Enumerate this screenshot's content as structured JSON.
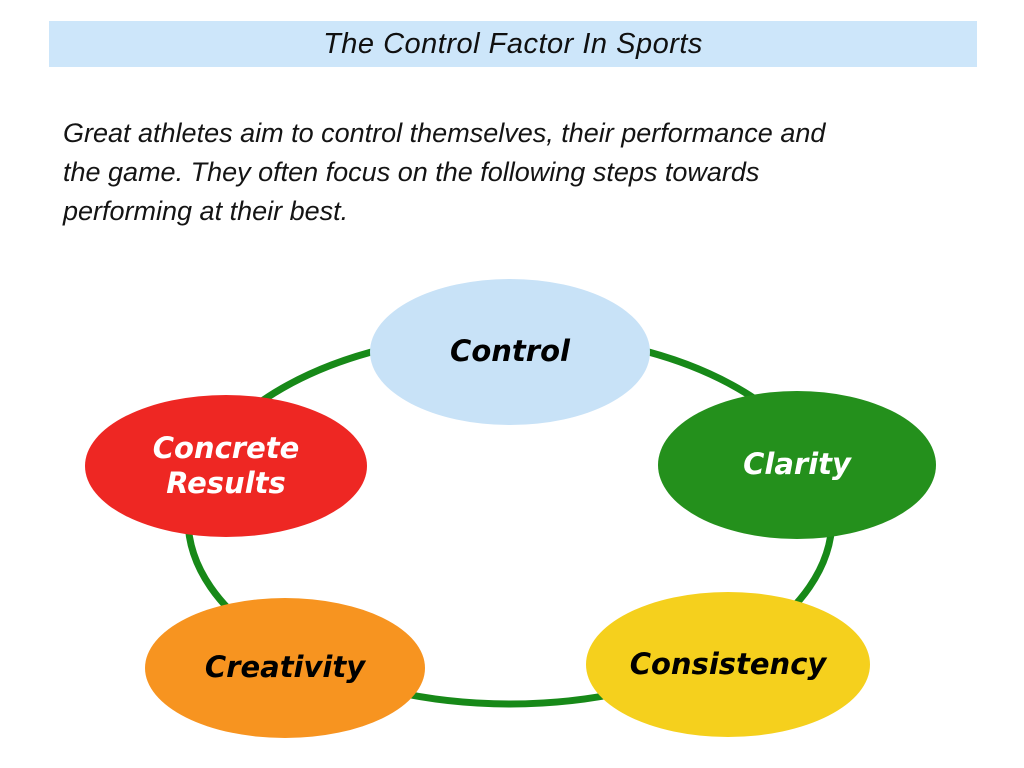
{
  "title_bar": {
    "text": "The Control Factor In Sports",
    "bg_color": "#cde6fa"
  },
  "intro": {
    "lines": [
      "Great athletes aim to control themselves, their performance and",
      "the game. They often focus on the following steps towards",
      "performing at their best."
    ]
  },
  "diagram": {
    "ring": {
      "color": "#178918"
    },
    "nodes": [
      {
        "id": "control",
        "label": "Control",
        "fill": "#c8e2f7",
        "text_color": "#000000"
      },
      {
        "id": "clarity",
        "label": "Clarity",
        "fill": "#24901c",
        "text_color": "#ffffff"
      },
      {
        "id": "consistency",
        "label": "Consistency",
        "fill": "#f5d01d",
        "text_color": "#000000"
      },
      {
        "id": "creativity",
        "label": "Creativity",
        "fill": "#f79420",
        "text_color": "#000000"
      },
      {
        "id": "concrete_results",
        "label": "Concrete Results",
        "fill": "#ee2723",
        "text_color": "#ffffff"
      }
    ]
  }
}
